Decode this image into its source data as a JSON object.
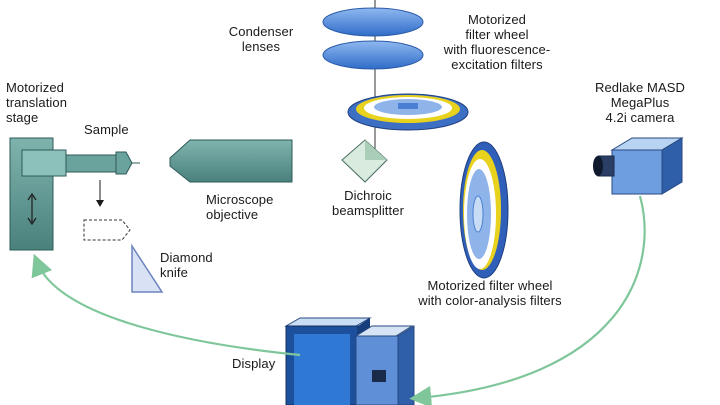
{
  "labels": {
    "condenser": [
      "Condenser",
      "lenses"
    ],
    "filter_wheel_top": [
      "Motorized",
      "filter wheel",
      "with fluorescence-",
      "excitation filters"
    ],
    "camera": [
      "Redlake MASD",
      "MegaPlus",
      "4.2i camera"
    ],
    "translation_stage": [
      "Motorized",
      "translation",
      "stage"
    ],
    "sample": "Sample",
    "objective": [
      "Microscope",
      "objective"
    ],
    "beamsplitter": [
      "Dichroic",
      "beamsplitter"
    ],
    "diamond_knife": [
      "Diamond",
      "knife"
    ],
    "filter_wheel_bottom": [
      "Motorized filter wheel",
      "with color-analysis filters"
    ],
    "display": "Display"
  },
  "colors": {
    "teal": "#5d9a95",
    "teal_dark": "#2e5b57",
    "lens_blue": "#4a86d6",
    "wheel_yellow": "#e8d21e",
    "wheel_blue": "#3b6fcf",
    "arrow_green": "#7fc79a",
    "knife_blue": "#7d95c9"
  }
}
